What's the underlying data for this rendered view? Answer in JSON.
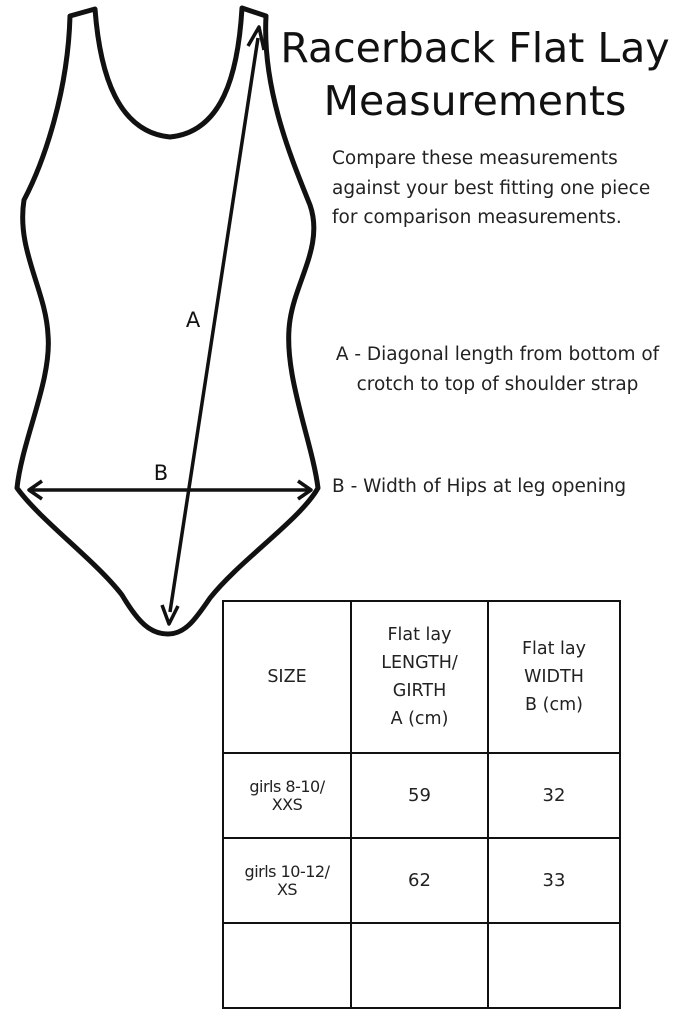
{
  "title_line1": "Racerback Flat Lay",
  "title_line2": "Measurements",
  "intro": "Compare these  measurements against your best fitting one piece for comparison measurements.",
  "diagram": {
    "label_a": "A",
    "label_b": "B"
  },
  "definitions": {
    "a": "A - Diagonal length from bottom of crotch to top of shoulder strap",
    "b": "B - Width of Hips at leg opening"
  },
  "table": {
    "headers": {
      "size": "SIZE",
      "length": [
        "Flat lay",
        "LENGTH/",
        "GIRTH",
        "A (cm)"
      ],
      "width": [
        "Flat lay",
        "WIDTH",
        "B (cm)"
      ]
    },
    "rows": [
      {
        "size": [
          "girls 8-10/",
          "XXS"
        ],
        "length": "59",
        "width": "32"
      },
      {
        "size": [
          "girls 10-12/",
          "XS"
        ],
        "length": "62",
        "width": "33"
      }
    ]
  }
}
